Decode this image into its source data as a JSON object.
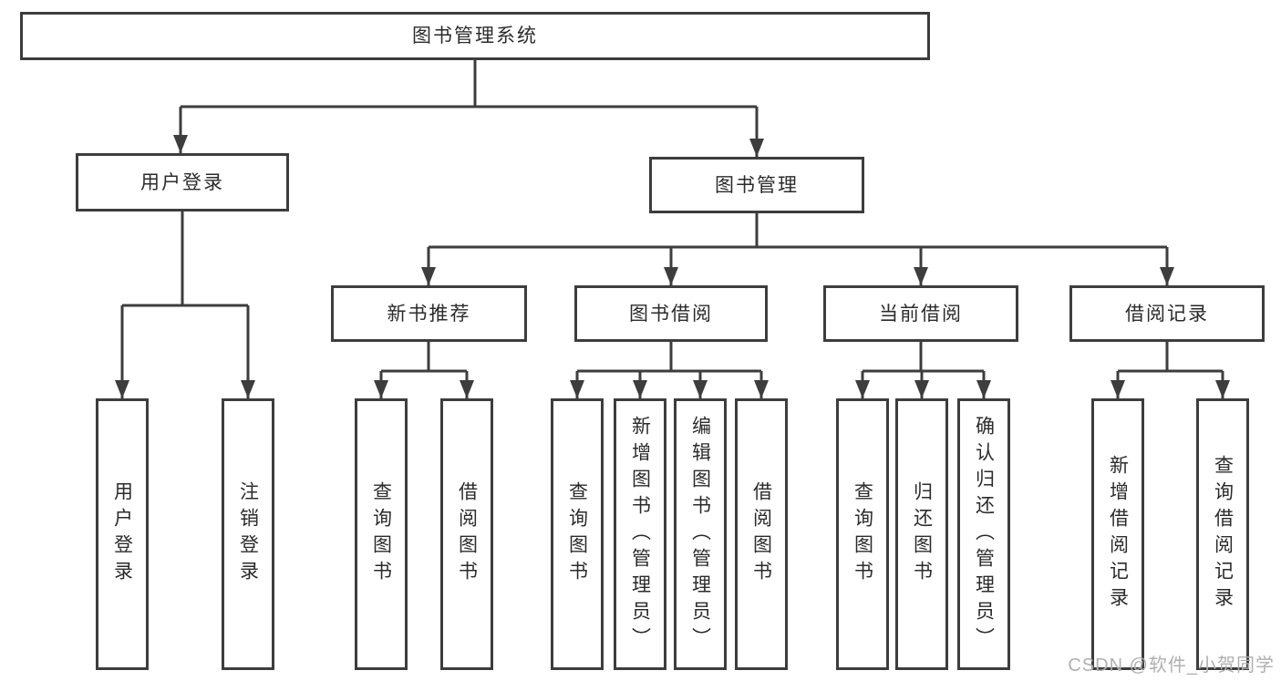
{
  "diagram": {
    "root": {
      "label": "图书管理系统"
    },
    "user_login": {
      "label": "用户登录",
      "children": [
        {
          "label": "用户登录"
        },
        {
          "label": "注销登录"
        }
      ]
    },
    "book_management": {
      "label": "图书管理",
      "sections": [
        {
          "label": "新书推荐",
          "children": [
            {
              "label": "查询图书"
            },
            {
              "label": "借阅图书"
            }
          ]
        },
        {
          "label": "图书借阅",
          "children": [
            {
              "label": "查询图书"
            },
            {
              "label": "新增图书（管理员）"
            },
            {
              "label": "编辑图书（管理员）"
            },
            {
              "label": "借阅图书"
            }
          ]
        },
        {
          "label": "当前借阅",
          "children": [
            {
              "label": "查询图书"
            },
            {
              "label": "归还图书"
            },
            {
              "label": "确认归还（管理员）"
            }
          ]
        },
        {
          "label": "借阅记录",
          "children": [
            {
              "label": "新增借阅记录"
            },
            {
              "label": "查询借阅记录"
            }
          ]
        }
      ]
    }
  },
  "watermark": {
    "text": "CSDN @软件_小贺同学"
  },
  "colors": {
    "line": "#3d3d3d",
    "border": "#3d3d3d",
    "text": "#2b2b2b",
    "watermark": "#b0b0b0",
    "background": "#ffffff"
  }
}
